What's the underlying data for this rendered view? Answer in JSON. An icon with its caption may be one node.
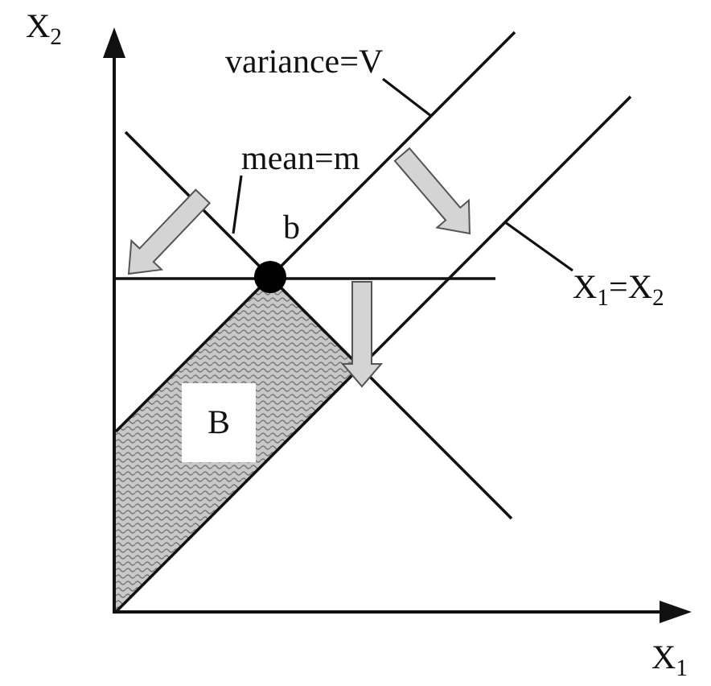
{
  "diagram": {
    "nodes": [
      {
        "text": [
          "variance=V"
        ]
      },
      {
        "text": [
          "mean=m"
        ]
      },
      {
        "text": [
          "X$_{1}$=X$_{2}$"
        ]
      }
    ],
    "edges": [
      {
        "from": 0,
        "to": null,
        "arrow": "none"
      },
      {
        "from": 1,
        "to": null,
        "arrow": "none"
      },
      {
        "from": 2,
        "to": null,
        "arrow": "none"
      }
    ],
    "labels": [
      "X$_{2}$",
      "b",
      "B",
      "X$_{1}$"
    ]
  }
}
